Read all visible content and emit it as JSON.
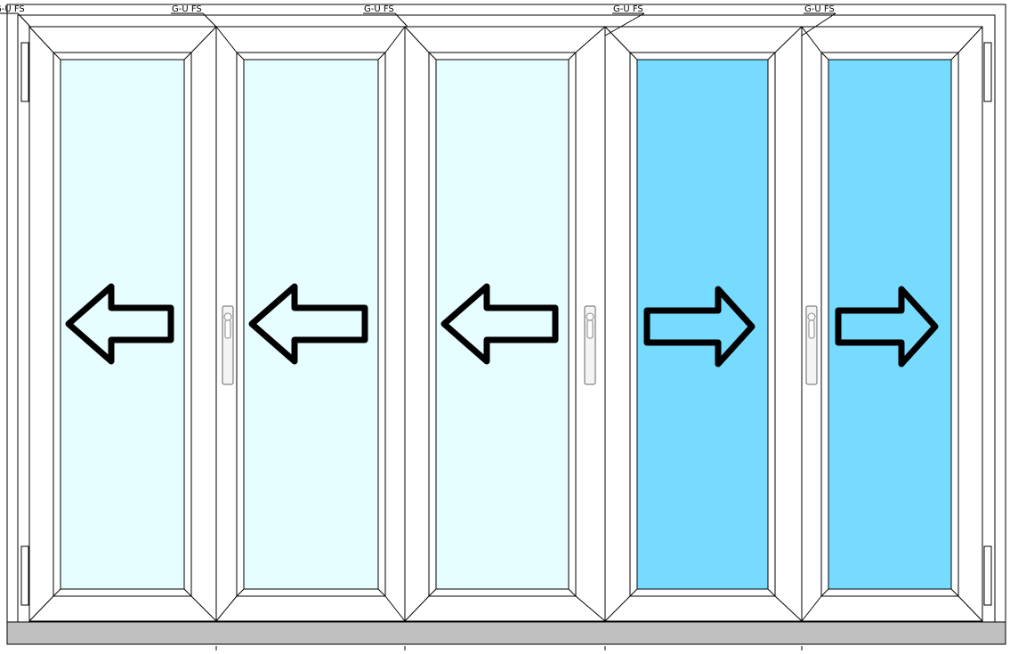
{
  "hardware_labels": [
    "G-U FS",
    "G-U FS",
    "G-U FS",
    "G-U FS",
    "G-U FS"
  ],
  "panels": [
    {
      "direction": "left",
      "glass_color": "#e6feff",
      "handle": false
    },
    {
      "direction": "left",
      "glass_color": "#e6feff",
      "handle": true
    },
    {
      "direction": "left",
      "glass_color": "#e6feff",
      "handle": false
    },
    {
      "direction": "right",
      "glass_color": "#76dbff",
      "handle": true
    },
    {
      "direction": "right",
      "glass_color": "#76dbff",
      "handle": true
    }
  ],
  "colors": {
    "frame": "#ffffff",
    "outline": "#000000",
    "sill": "#c0c0c0",
    "arrow_stroke": "#000000"
  }
}
